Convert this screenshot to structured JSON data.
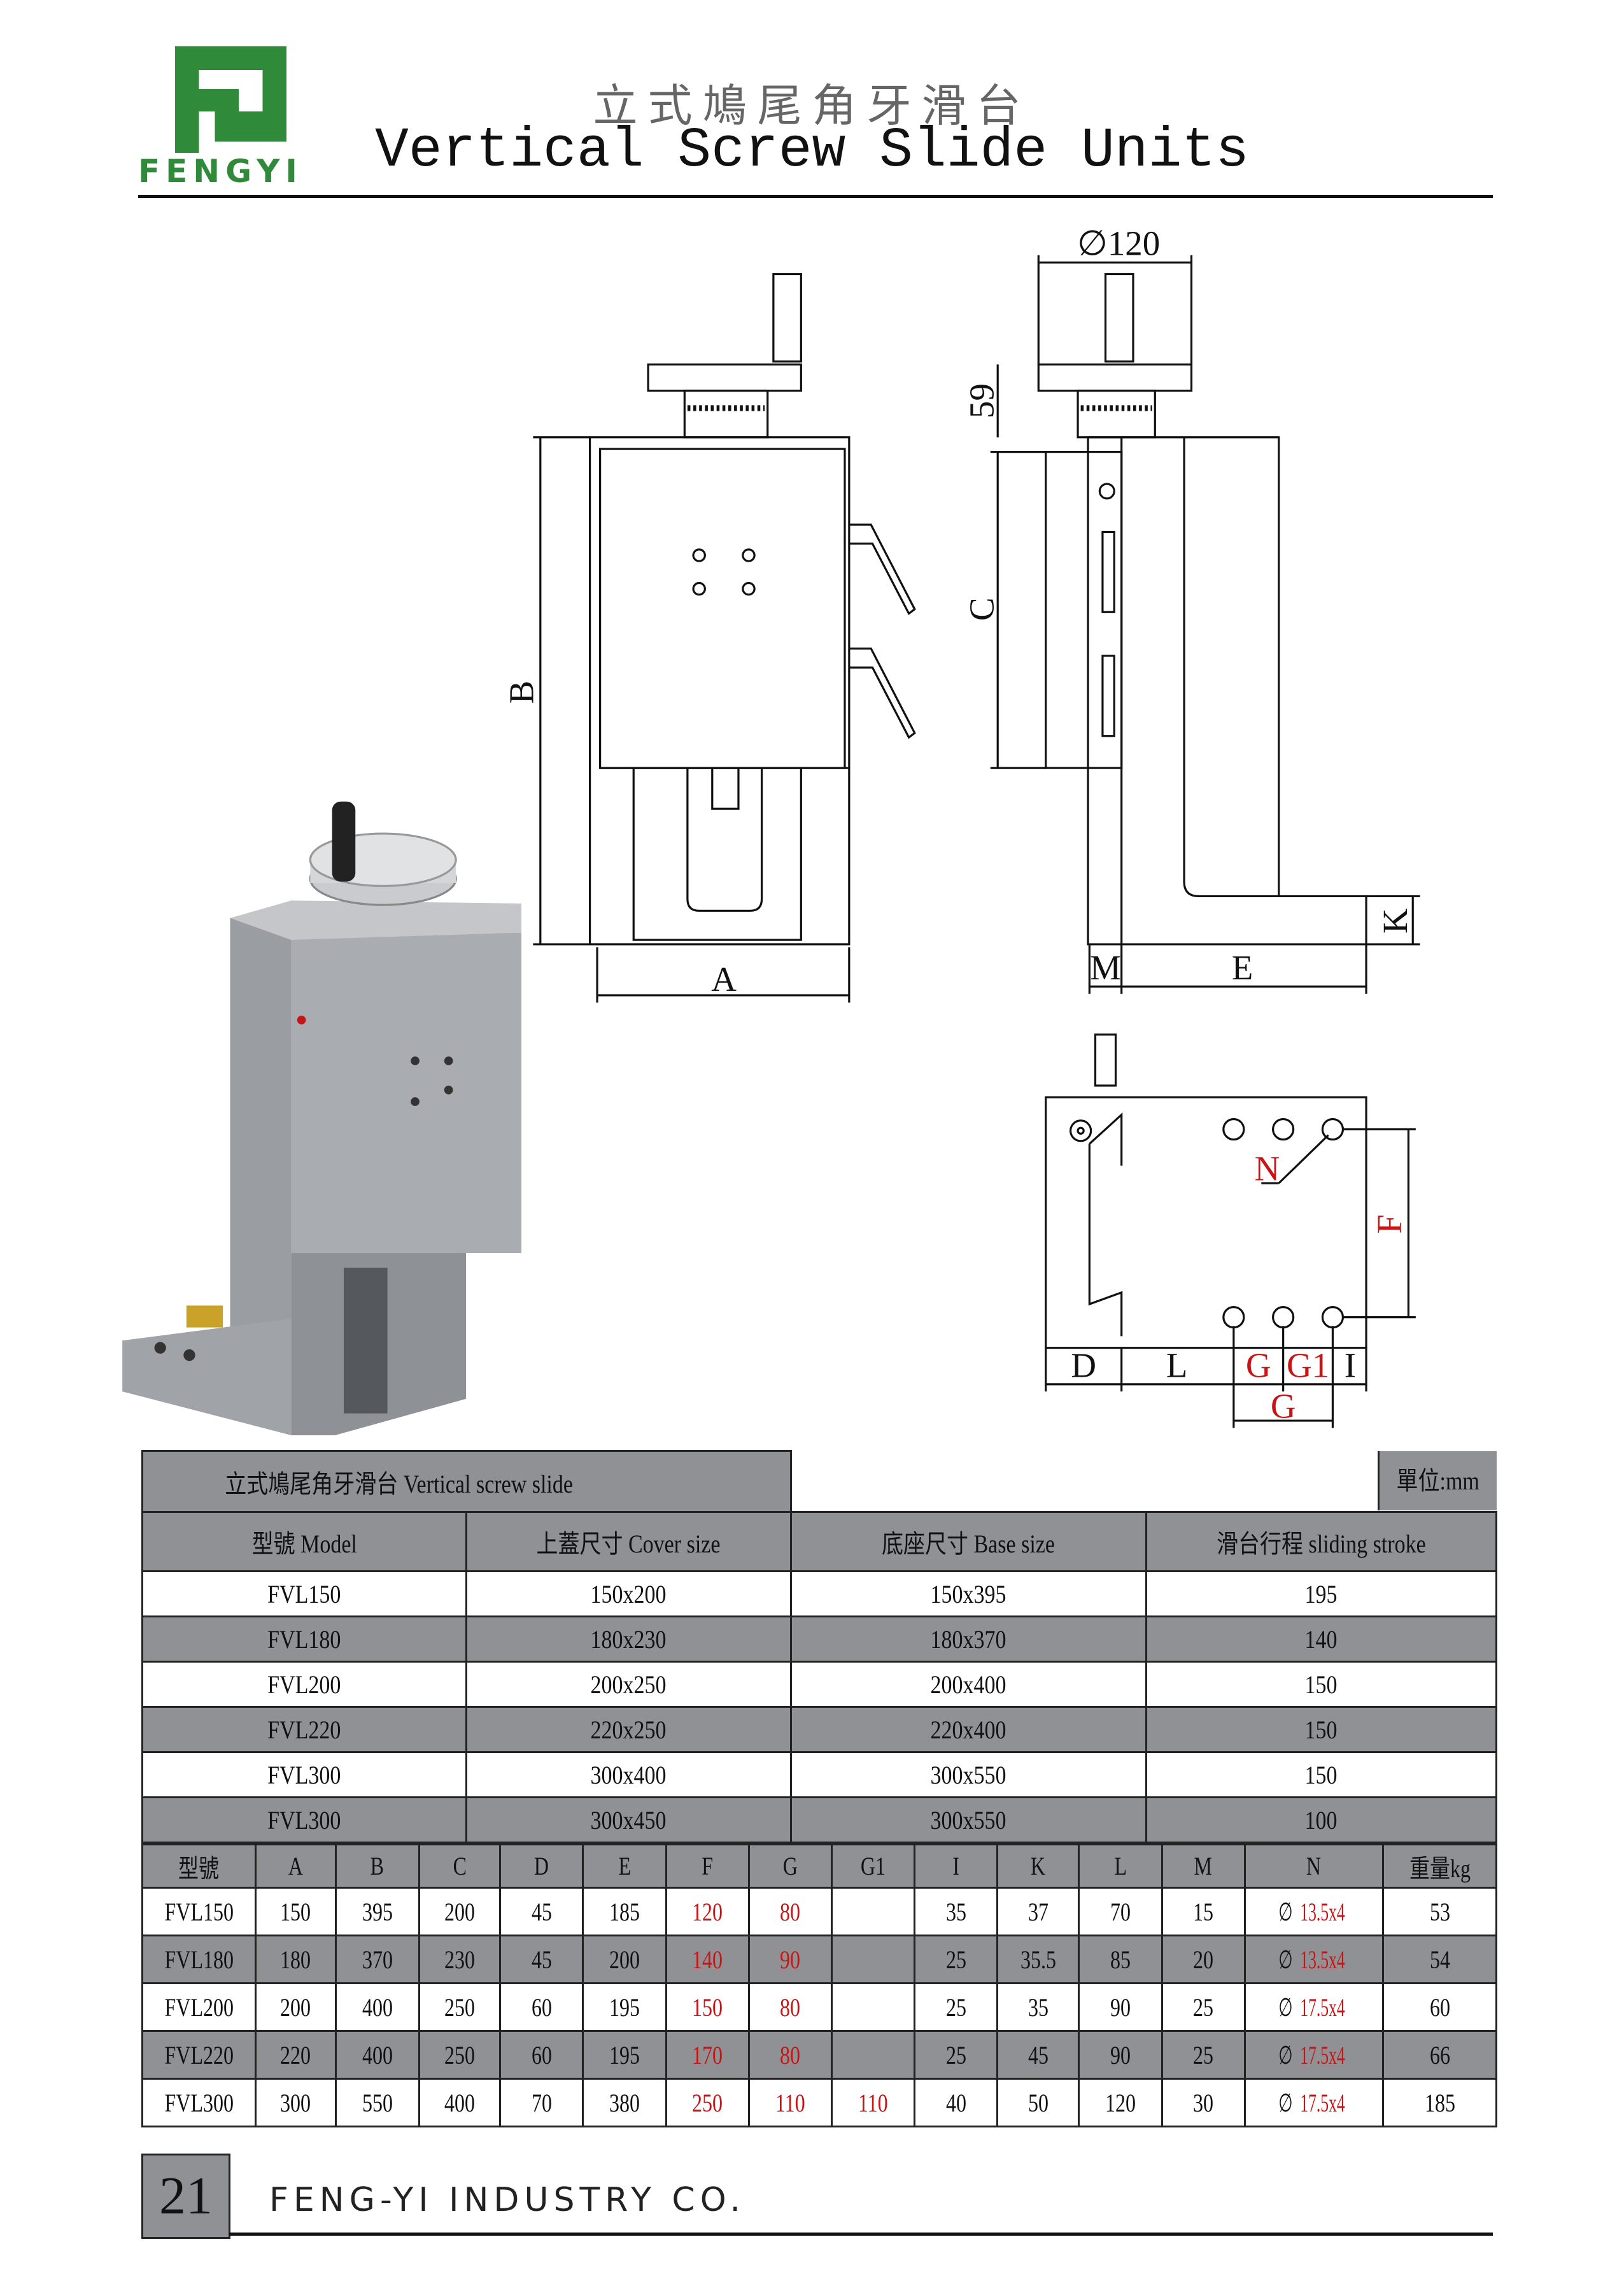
{
  "header": {
    "brand": "FENGYI",
    "title_cn": "立式鳩尾角牙滑台",
    "title_en": "Vertical Screw Slide Units"
  },
  "dimension_labels": {
    "A": "A",
    "B": "B",
    "C": "C",
    "diameter": "∅120",
    "h59": "59",
    "M": "M",
    "E": "E",
    "K": "K",
    "N": "N",
    "F": "F",
    "D": "D",
    "L": "L",
    "G": "G",
    "G1": "G1",
    "I": "I",
    "G_total": "G"
  },
  "table1": {
    "title": "立式鳩尾角牙滑台 Vertical screw slide",
    "unit": "單位:mm",
    "columns": [
      "型號 Model",
      "上蓋尺寸 Cover size",
      "底座尺寸 Base size",
      "滑台行程 sliding stroke"
    ],
    "rows": [
      [
        "FVL150",
        "150x200",
        "150x395",
        "195"
      ],
      [
        "FVL180",
        "180x230",
        "180x370",
        "140"
      ],
      [
        "FVL200",
        "200x250",
        "200x400",
        "150"
      ],
      [
        "FVL220",
        "220x250",
        "220x400",
        "150"
      ],
      [
        "FVL300",
        "300x400",
        "300x550",
        "150"
      ],
      [
        "FVL300",
        "300x450",
        "300x550",
        "100"
      ]
    ]
  },
  "table2": {
    "columns": [
      "型號",
      "A",
      "B",
      "C",
      "D",
      "E",
      "F",
      "G",
      "G1",
      "I",
      "K",
      "L",
      "M",
      "N",
      "重量kg"
    ],
    "rows": [
      [
        "FVL150",
        "150",
        "395",
        "200",
        "45",
        "185",
        "120",
        "80",
        "",
        "35",
        "37",
        "70",
        "15",
        "13.5x4",
        "53"
      ],
      [
        "FVL180",
        "180",
        "370",
        "230",
        "45",
        "200",
        "140",
        "90",
        "",
        "25",
        "35.5",
        "85",
        "20",
        "13.5x4",
        "54"
      ],
      [
        "FVL200",
        "200",
        "400",
        "250",
        "60",
        "195",
        "150",
        "80",
        "",
        "25",
        "35",
        "90",
        "25",
        "17.5x4",
        "60"
      ],
      [
        "FVL220",
        "220",
        "400",
        "250",
        "60",
        "195",
        "170",
        "80",
        "",
        "25",
        "45",
        "90",
        "25",
        "17.5x4",
        "66"
      ],
      [
        "FVL300",
        "300",
        "550",
        "400",
        "70",
        "380",
        "250",
        "110",
        "110",
        "40",
        "50",
        "120",
        "30",
        "17.5x4",
        "185"
      ]
    ],
    "diameter_symbol": "∅"
  },
  "footer": {
    "page_number": "21",
    "company": "FENG-YI INDUSTRY CO."
  },
  "colors": {
    "brand_green": "#2f8a3a",
    "highlight_red": "#c81414",
    "table_gray": "#8f9194"
  }
}
